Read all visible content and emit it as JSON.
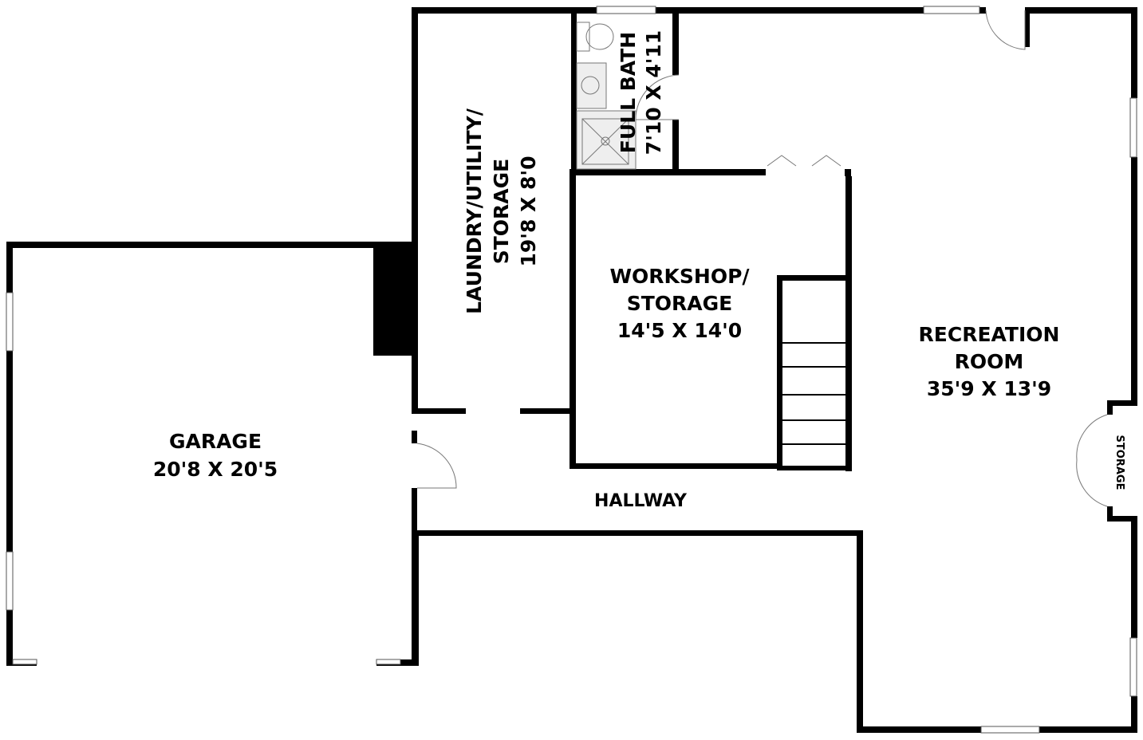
{
  "rooms": {
    "garage": {
      "name": "GARAGE",
      "size": "20'8 X 20'5"
    },
    "laundry": {
      "name_line1": "LAUNDRY/UTILITY/",
      "name_line2": "STORAGE",
      "size": "19'8 X 8'0"
    },
    "bath": {
      "name": "FULL BATH",
      "size": "7'10 X 4'11"
    },
    "workshop": {
      "name_line1": "WORKSHOP/",
      "name_line2": "STORAGE",
      "size": "14'5 X 14'0"
    },
    "recreation": {
      "name_line1": "RECREATION",
      "name_line2": "ROOM",
      "size": "35'9 X 13'9"
    },
    "hallway": {
      "name": "HALLWAY"
    },
    "closet": {
      "name": "STORAGE"
    }
  }
}
